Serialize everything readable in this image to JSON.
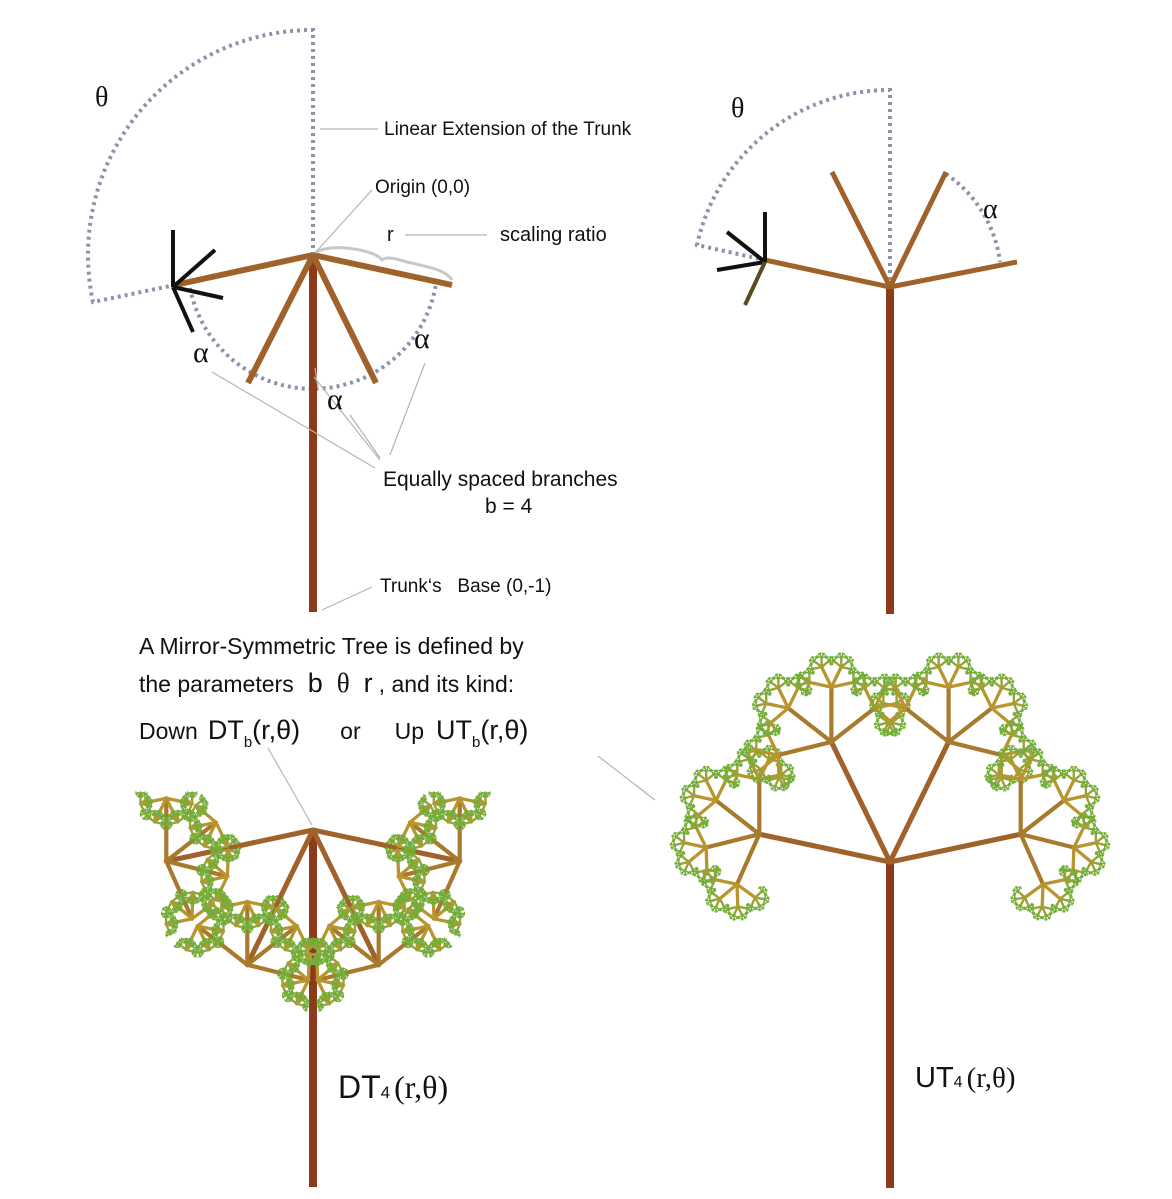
{
  "colors": {
    "trunk": "#8b3a1a",
    "branch": "#a0622a",
    "levels": [
      "#8b3a1a",
      "#a0622a",
      "#a87a2e",
      "#b8952e",
      "#9aa238",
      "#7aac3a",
      "#6fae38"
    ],
    "dotted": "#8a93a8",
    "black": "#111111"
  },
  "top_left": {
    "theta": "θ",
    "alpha": "α",
    "linear_extension": "Linear Extension of the Trunk",
    "origin": "Origin (0,0)",
    "r": "r",
    "scaling_ratio": "scaling ratio",
    "equally_spaced": "Equally spaced branches",
    "b_value": "b = 4",
    "trunk_base": "Trunk‘s   Base (0,-1)"
  },
  "top_right": {
    "theta": "θ",
    "alpha": "α"
  },
  "definition": {
    "line1": "A Mirror-Symmetric Tree is defined by",
    "line2_prefix": "the parameters",
    "b": "b",
    "theta": "θ",
    "r": "r",
    "line2_suffix": ", and its kind:",
    "down": "Down",
    "dt": "DT",
    "sub_b": "b",
    "args": "(r,θ)",
    "or": "or",
    "up": "Up",
    "ut": "UT"
  },
  "bottom": {
    "dt_main": "DT",
    "dt_sub": "4",
    "dt_args": "(r,θ)",
    "ut_main": "UT",
    "ut_sub": "4",
    "ut_args": "(r,θ)"
  }
}
